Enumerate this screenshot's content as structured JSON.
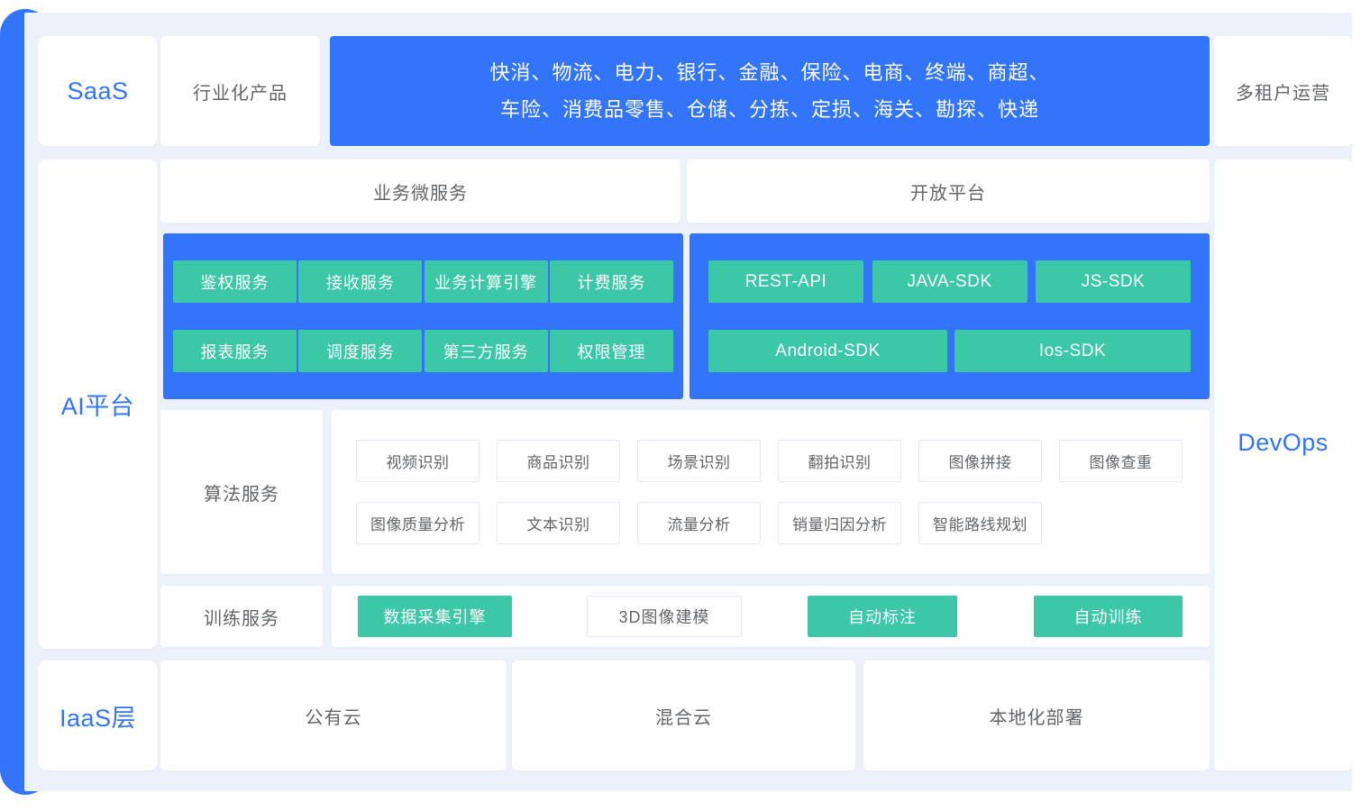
{
  "colors": {
    "accent_blue": "#3274FA",
    "teal": "#3CC8A6",
    "panel_bg": "#EDF1FA",
    "text_gray": "#636669"
  },
  "saas_row": {
    "layer_label": "SaaS",
    "product_label": "行业化产品",
    "industries_line1": "快消、物流、电力、银行、金融、保险、电商、终端、商超、",
    "industries_line2": "车险、消费品零售、仓储、分拣、定损、海关、勘探、快递",
    "ops_label": "多租户运营"
  },
  "ai_row": {
    "layer_label": "AI平台",
    "devops_label": "DevOps",
    "micro_services": {
      "title": "业务微服务",
      "row1": [
        "鉴权服务",
        "接收服务",
        "业务计算引擎",
        "计费服务"
      ],
      "row2": [
        "报表服务",
        "调度服务",
        "第三方服务",
        "权限管理"
      ]
    },
    "open_platform": {
      "title": "开放平台",
      "row1": [
        "REST-API",
        "JAVA-SDK",
        "JS-SDK"
      ],
      "row2": [
        "Android-SDK",
        "Ios-SDK"
      ]
    },
    "algo_services": {
      "title": "算法服务",
      "row1": [
        "视频识别",
        "商品识别",
        "场景识别",
        "翻拍识别",
        "图像拼接",
        "图像查重"
      ],
      "row2": [
        "图像质量分析",
        "文本识别",
        "流量分析",
        "销量归因分析",
        "智能路线规划"
      ]
    },
    "train_services": {
      "title": "训练服务",
      "chips": [
        "数据采集引擎",
        "3D图像建模",
        "自动标注",
        "自动训练"
      ]
    }
  },
  "iaas_row": {
    "layer_label": "IaaS层",
    "items": [
      "公有云",
      "混合云",
      "本地化部署"
    ]
  }
}
